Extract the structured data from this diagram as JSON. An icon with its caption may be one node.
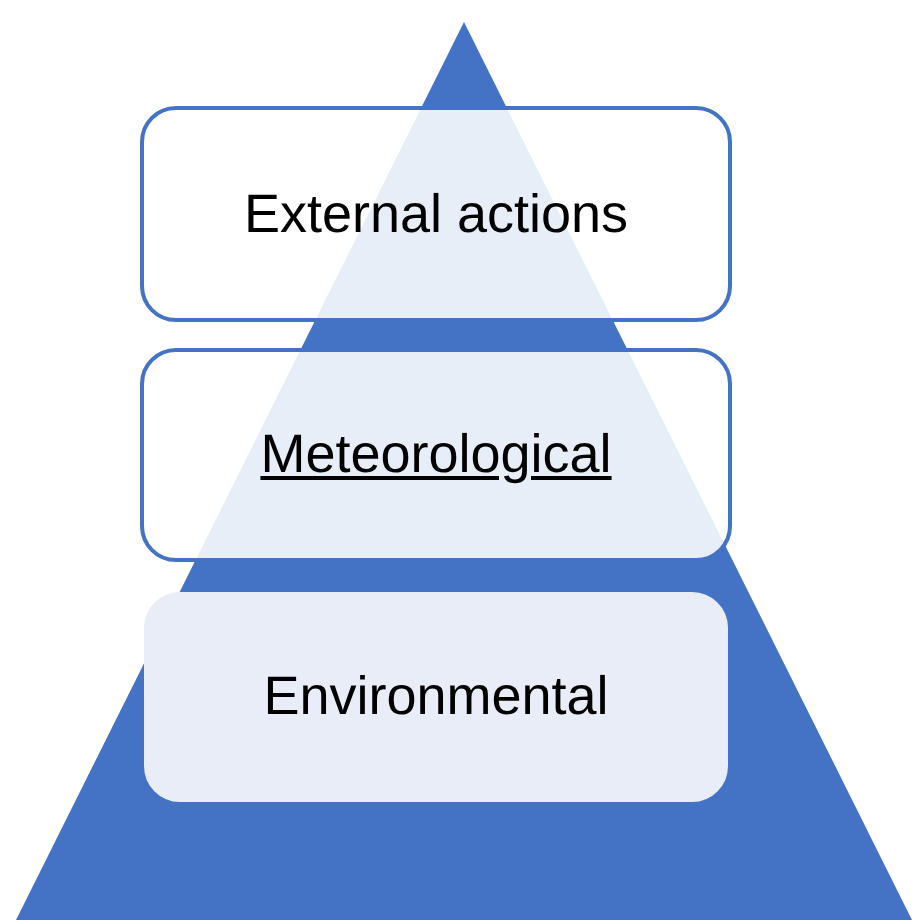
{
  "diagram": {
    "nodes": [
      {
        "text": [
          "External actions"
        ]
      },
      {
        "text": [
          "Meteorological"
        ]
      },
      {
        "text": [
          "Environmental"
        ]
      }
    ]
  }
}
